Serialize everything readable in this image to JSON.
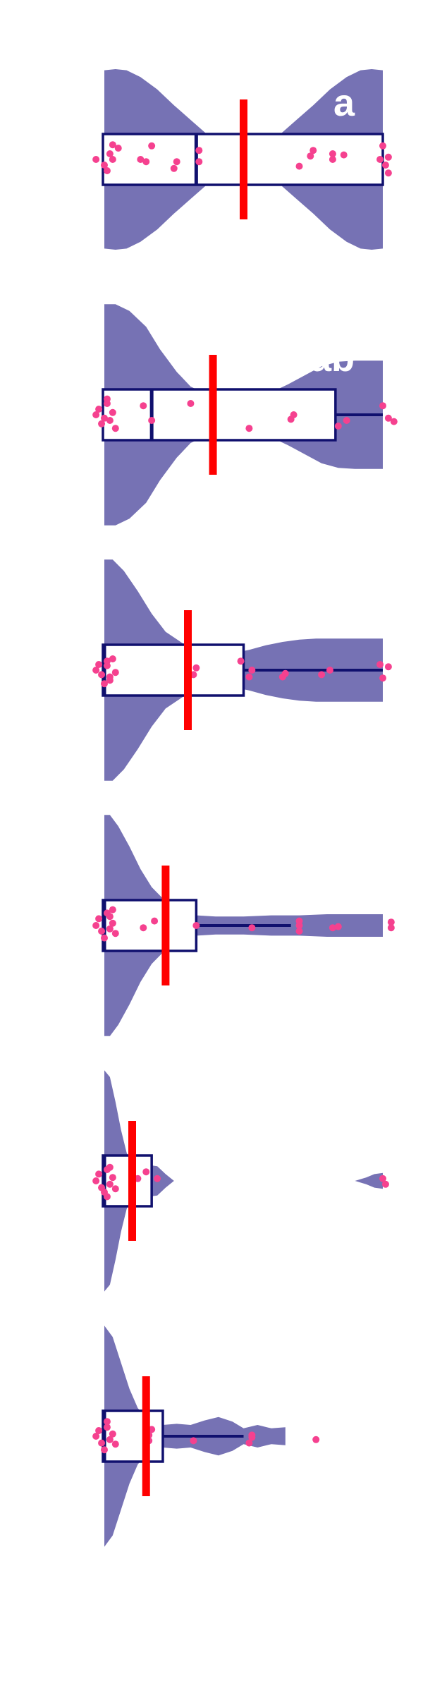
{
  "colors": {
    "violin": "#7672b4",
    "box_stroke": "#10106e",
    "box_fill": "#ffffff",
    "mean_line": "#ff0000",
    "points": "#f5418f",
    "letter": "#ffffff",
    "background": "#ffffff"
  },
  "chart_data": {
    "type": "violin-box",
    "orientation": "horizontal",
    "xlim": [
      0,
      1
    ],
    "grid": false,
    "legend": "none",
    "title": "",
    "xlabel": "",
    "ylabel": "",
    "panels": [
      {
        "letter": "a",
        "box": {
          "q1": 0.0,
          "median": 0.33,
          "q3": 1.0,
          "wmin": 0.0,
          "wmax": 1.0
        },
        "mean": 0.5,
        "density": [
          [
            0.0,
            0.79
          ],
          [
            0.04,
            0.8
          ],
          [
            0.08,
            0.79
          ],
          [
            0.13,
            0.73
          ],
          [
            0.19,
            0.62
          ],
          [
            0.25,
            0.48
          ],
          [
            0.31,
            0.35
          ],
          [
            0.37,
            0.22
          ],
          [
            0.43,
            0.13
          ],
          [
            0.5,
            0.1
          ],
          [
            0.57,
            0.13
          ],
          [
            0.63,
            0.22
          ],
          [
            0.69,
            0.35
          ],
          [
            0.75,
            0.48
          ],
          [
            0.81,
            0.62
          ],
          [
            0.87,
            0.73
          ],
          [
            0.92,
            0.79
          ],
          [
            0.96,
            0.8
          ],
          [
            1.0,
            0.79
          ]
        ],
        "points": [
          [
            -0.03,
            0.0
          ],
          [
            0.0,
            0.05
          ],
          [
            0.01,
            0.1
          ],
          [
            0.02,
            -0.05
          ],
          [
            0.03,
            0.0
          ],
          [
            0.05,
            -0.1
          ],
          [
            0.03,
            -0.13
          ],
          [
            0.13,
            0.0
          ],
          [
            0.15,
            0.02
          ],
          [
            0.17,
            -0.12
          ],
          [
            0.25,
            0.08
          ],
          [
            0.26,
            0.02
          ],
          [
            0.34,
            0.02
          ],
          [
            0.34,
            -0.08
          ],
          [
            0.7,
            0.06
          ],
          [
            0.74,
            -0.03
          ],
          [
            0.75,
            -0.08
          ],
          [
            0.82,
            0.0
          ],
          [
            0.82,
            -0.05
          ],
          [
            0.86,
            -0.04
          ],
          [
            0.99,
            0.0
          ],
          [
            1.01,
            0.05
          ],
          [
            1.02,
            -0.02
          ],
          [
            1.0,
            -0.12
          ],
          [
            1.02,
            0.12
          ]
        ]
      },
      {
        "letter": "ab",
        "box": {
          "q1": 0.0,
          "median": 0.17,
          "q3": 0.83,
          "wmin": 0.0,
          "wmax": 1.0
        },
        "mean": 0.39,
        "density": [
          [
            0.0,
            0.98
          ],
          [
            0.04,
            0.98
          ],
          [
            0.09,
            0.92
          ],
          [
            0.15,
            0.78
          ],
          [
            0.2,
            0.58
          ],
          [
            0.26,
            0.38
          ],
          [
            0.31,
            0.25
          ],
          [
            0.37,
            0.18
          ],
          [
            0.42,
            0.14
          ],
          [
            0.48,
            0.14
          ],
          [
            0.54,
            0.16
          ],
          [
            0.6,
            0.2
          ],
          [
            0.66,
            0.27
          ],
          [
            0.72,
            0.35
          ],
          [
            0.78,
            0.43
          ],
          [
            0.84,
            0.47
          ],
          [
            0.9,
            0.48
          ],
          [
            0.95,
            0.48
          ],
          [
            1.0,
            0.48
          ]
        ],
        "points": [
          [
            -0.03,
            0.0
          ],
          [
            -0.02,
            -0.05
          ],
          [
            -0.01,
            0.08
          ],
          [
            0.0,
            0.03
          ],
          [
            0.01,
            -0.1
          ],
          [
            0.02,
            0.05
          ],
          [
            0.03,
            -0.02
          ],
          [
            0.04,
            0.12
          ],
          [
            0.01,
            -0.14
          ],
          [
            0.14,
            -0.08
          ],
          [
            0.17,
            0.05
          ],
          [
            0.31,
            -0.1
          ],
          [
            0.52,
            0.12
          ],
          [
            0.67,
            0.04
          ],
          [
            0.68,
            0.0
          ],
          [
            0.84,
            0.1
          ],
          [
            0.87,
            0.05
          ],
          [
            1.0,
            -0.08
          ],
          [
            1.02,
            0.03
          ],
          [
            1.04,
            0.06
          ]
        ]
      },
      {
        "letter": "",
        "box": {
          "q1": 0.0,
          "median": 0.0,
          "q3": 0.5,
          "wmin": 0.0,
          "wmax": 1.0
        },
        "mean": 0.3,
        "density": [
          [
            0.0,
            0.98
          ],
          [
            0.03,
            0.98
          ],
          [
            0.07,
            0.88
          ],
          [
            0.12,
            0.7
          ],
          [
            0.17,
            0.5
          ],
          [
            0.22,
            0.34
          ],
          [
            0.28,
            0.24
          ],
          [
            0.34,
            0.18
          ],
          [
            0.4,
            0.15
          ],
          [
            0.46,
            0.15
          ],
          [
            0.52,
            0.18
          ],
          [
            0.58,
            0.22
          ],
          [
            0.64,
            0.25
          ],
          [
            0.7,
            0.27
          ],
          [
            0.76,
            0.28
          ],
          [
            0.82,
            0.28
          ],
          [
            0.88,
            0.28
          ],
          [
            0.94,
            0.28
          ],
          [
            1.0,
            0.28
          ]
        ],
        "points": [
          [
            -0.03,
            0.0
          ],
          [
            -0.02,
            -0.05
          ],
          [
            -0.01,
            0.04
          ],
          [
            0.0,
            0.12
          ],
          [
            0.01,
            -0.08
          ],
          [
            0.02,
            0.06
          ],
          [
            0.03,
            -0.1
          ],
          [
            0.04,
            0.02
          ],
          [
            0.02,
            0.09
          ],
          [
            0.01,
            -0.04
          ],
          [
            0.32,
            0.04
          ],
          [
            0.33,
            -0.02
          ],
          [
            0.49,
            -0.08
          ],
          [
            0.52,
            0.06
          ],
          [
            0.53,
            0.0
          ],
          [
            0.64,
            0.06
          ],
          [
            0.65,
            0.03
          ],
          [
            0.78,
            0.04
          ],
          [
            0.81,
            0.0
          ],
          [
            1.0,
            0.07
          ],
          [
            1.02,
            -0.03
          ],
          [
            0.99,
            -0.05
          ]
        ]
      },
      {
        "letter": "",
        "box": {
          "q1": 0.0,
          "median": 0.0,
          "q3": 0.33,
          "wmin": 0.0,
          "wmax": 0.67
        },
        "mean": 0.22,
        "density": [
          [
            0.0,
            0.98
          ],
          [
            0.02,
            0.98
          ],
          [
            0.05,
            0.88
          ],
          [
            0.09,
            0.7
          ],
          [
            0.13,
            0.5
          ],
          [
            0.17,
            0.34
          ],
          [
            0.21,
            0.24
          ],
          [
            0.25,
            0.17
          ],
          [
            0.29,
            0.12
          ],
          [
            0.33,
            0.09
          ],
          [
            0.4,
            0.08
          ],
          [
            0.5,
            0.08
          ],
          [
            0.6,
            0.09
          ],
          [
            0.7,
            0.09
          ],
          [
            0.8,
            0.1
          ],
          [
            0.9,
            0.1
          ],
          [
            1.0,
            0.1
          ]
        ],
        "points": [
          [
            -0.03,
            0.0
          ],
          [
            -0.02,
            -0.06
          ],
          [
            -0.01,
            0.05
          ],
          [
            0.0,
            0.11
          ],
          [
            0.01,
            -0.11
          ],
          [
            0.02,
            0.03
          ],
          [
            0.03,
            -0.02
          ],
          [
            0.04,
            0.07
          ],
          [
            0.02,
            -0.08
          ],
          [
            0.03,
            -0.14
          ],
          [
            0.14,
            0.02
          ],
          [
            0.18,
            -0.04
          ],
          [
            0.33,
            0.0
          ],
          [
            0.53,
            0.02
          ],
          [
            0.7,
            0.0
          ],
          [
            0.7,
            -0.04
          ],
          [
            0.7,
            0.05
          ],
          [
            0.82,
            0.02
          ],
          [
            0.84,
            0.01
          ],
          [
            1.03,
            0.02
          ],
          [
            1.03,
            -0.03
          ]
        ]
      },
      {
        "letter": "",
        "box": {
          "q1": 0.0,
          "median": 0.0,
          "q3": 0.17,
          "wmin": 0.0,
          "wmax": 0.17
        },
        "mean": 0.1,
        "density": [
          [
            0.0,
            0.98
          ],
          [
            0.02,
            0.92
          ],
          [
            0.04,
            0.7
          ],
          [
            0.06,
            0.45
          ],
          [
            0.08,
            0.25
          ],
          [
            0.1,
            0.14
          ],
          [
            0.13,
            0.1
          ],
          [
            0.16,
            0.14
          ],
          [
            0.19,
            0.13
          ],
          [
            0.22,
            0.06
          ],
          [
            0.25,
            0.0
          ],
          [
            0.9,
            0.0
          ],
          [
            0.94,
            0.03
          ],
          [
            0.97,
            0.06
          ],
          [
            1.0,
            0.07
          ]
        ],
        "points": [
          [
            -0.03,
            0.0
          ],
          [
            -0.02,
            -0.06
          ],
          [
            -0.01,
            0.06
          ],
          [
            0.0,
            0.1
          ],
          [
            0.01,
            -0.1
          ],
          [
            0.02,
            0.03
          ],
          [
            0.03,
            -0.03
          ],
          [
            0.04,
            0.07
          ],
          [
            0.02,
            -0.12
          ],
          [
            0.01,
            0.14
          ],
          [
            0.12,
            -0.02
          ],
          [
            0.15,
            -0.08
          ],
          [
            0.19,
            -0.02
          ],
          [
            1.0,
            -0.02
          ],
          [
            1.01,
            0.03
          ]
        ]
      },
      {
        "letter": "",
        "box": {
          "q1": 0.0,
          "median": 0.0,
          "q3": 0.21,
          "wmin": 0.0,
          "wmax": 0.5
        },
        "mean": 0.15,
        "density": [
          [
            0.0,
            0.98
          ],
          [
            0.03,
            0.88
          ],
          [
            0.06,
            0.65
          ],
          [
            0.09,
            0.42
          ],
          [
            0.12,
            0.25
          ],
          [
            0.15,
            0.16
          ],
          [
            0.18,
            0.11
          ],
          [
            0.21,
            0.1
          ],
          [
            0.26,
            0.11
          ],
          [
            0.31,
            0.1
          ],
          [
            0.36,
            0.14
          ],
          [
            0.41,
            0.17
          ],
          [
            0.46,
            0.13
          ],
          [
            0.5,
            0.07
          ],
          [
            0.55,
            0.1
          ],
          [
            0.6,
            0.07
          ],
          [
            0.65,
            0.08
          ]
        ],
        "points": [
          [
            -0.03,
            0.0
          ],
          [
            -0.02,
            -0.05
          ],
          [
            -0.01,
            0.06
          ],
          [
            0.0,
            0.12
          ],
          [
            0.01,
            -0.08
          ],
          [
            0.02,
            0.03
          ],
          [
            0.03,
            -0.02
          ],
          [
            0.04,
            0.07
          ],
          [
            0.01,
            -0.13
          ],
          [
            0.16,
            0.04
          ],
          [
            0.17,
            -0.06
          ],
          [
            0.16,
            -0.01
          ],
          [
            0.32,
            0.04
          ],
          [
            0.52,
            0.06
          ],
          [
            0.53,
            0.01
          ],
          [
            0.53,
            -0.01
          ],
          [
            0.76,
            0.03
          ]
        ]
      }
    ]
  }
}
